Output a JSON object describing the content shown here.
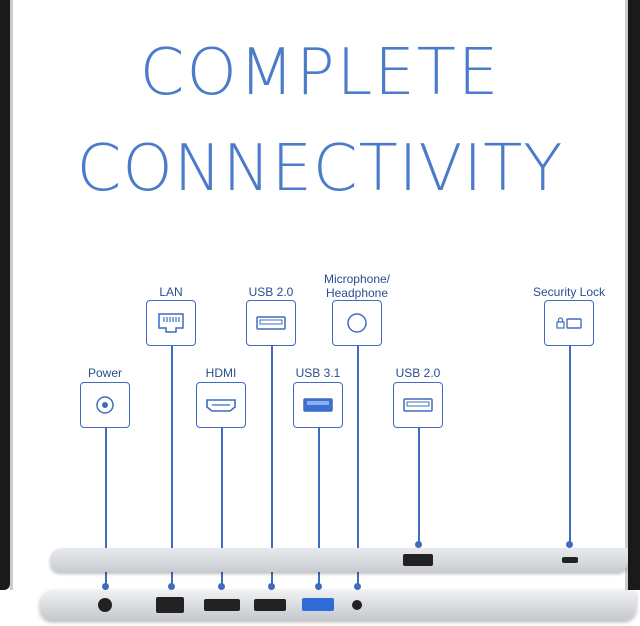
{
  "headline": {
    "line1": "COMPLETE",
    "line2": "CONNECTIVITY"
  },
  "ports": {
    "power": "Power",
    "lan": "LAN",
    "hdmi": "HDMI",
    "usb20_left": "USB 2.0",
    "usb31": "USB 3.1",
    "mic_line1": "Microphone/",
    "mic_line2": "Headphone",
    "usb20_right": "USB 2.0",
    "security": "Security Lock"
  },
  "colors": {
    "accent": "#3f6cbf",
    "headline": "#4a7cc9"
  }
}
